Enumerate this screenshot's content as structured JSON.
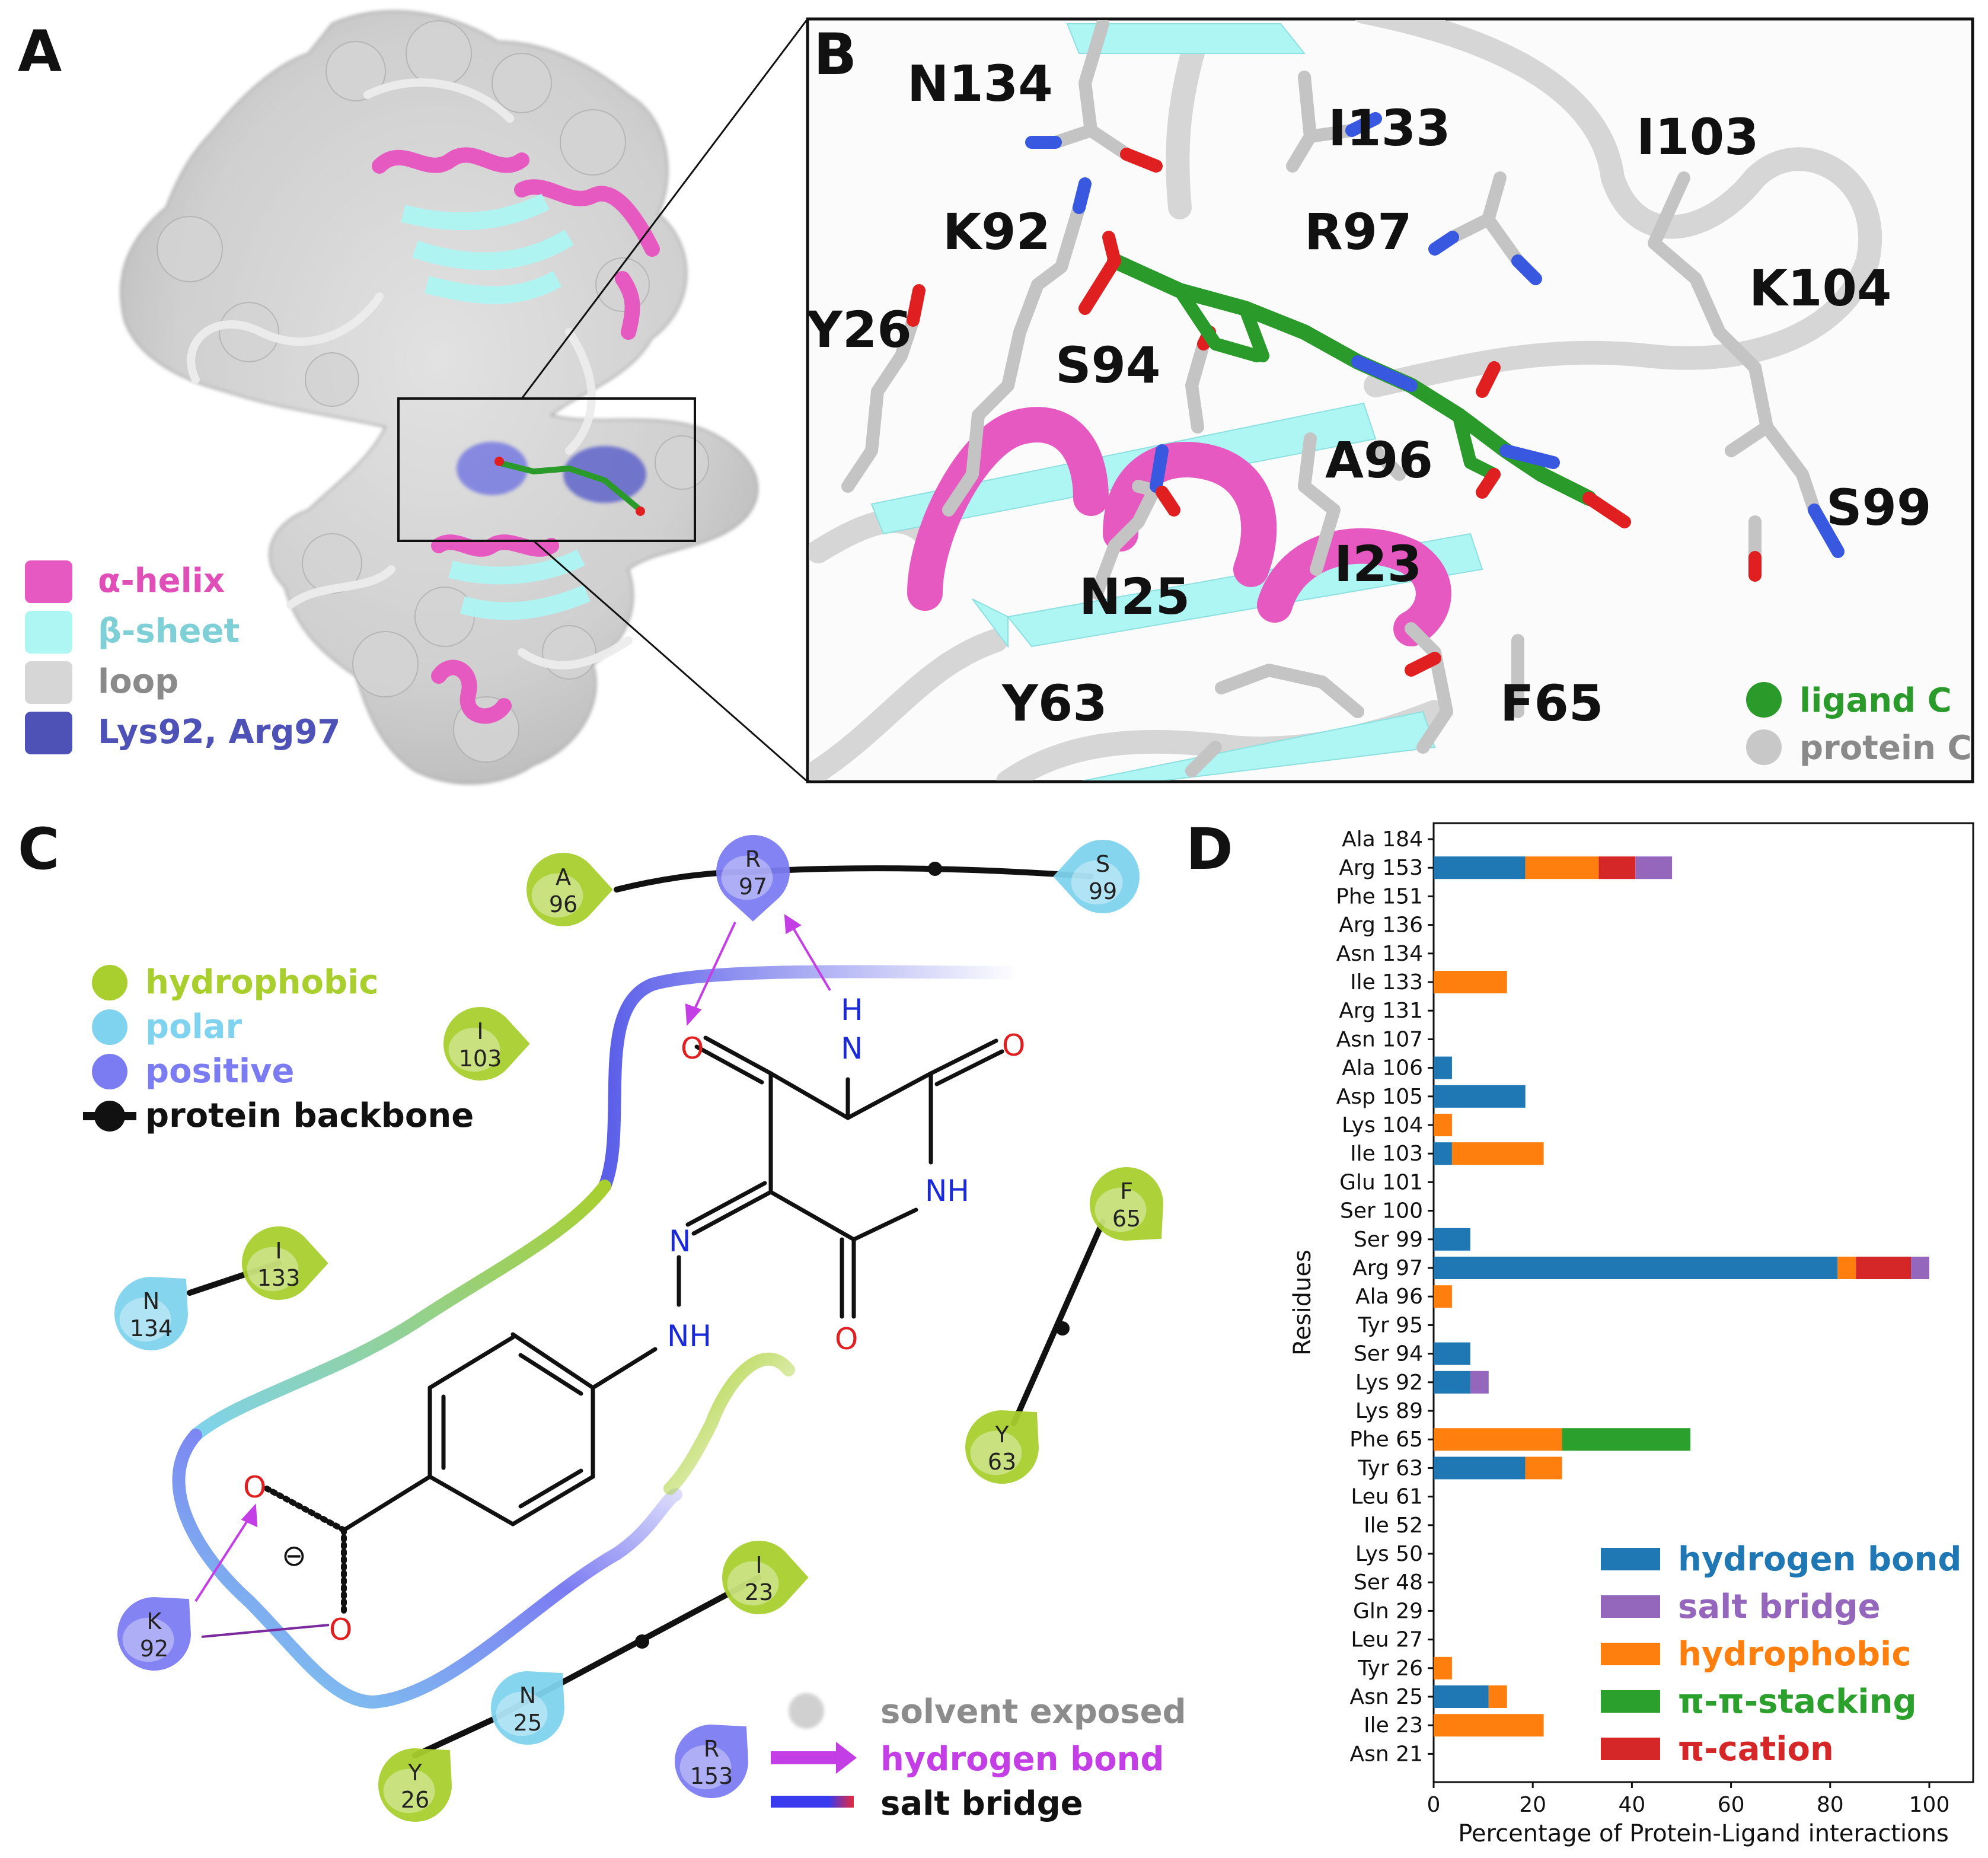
{
  "panels": {
    "a": "A",
    "b": "B",
    "c": "C",
    "d": "D"
  },
  "panelA": {
    "legend": [
      {
        "label": "α-helix",
        "color": "#e659c1",
        "text_color": "#e04fb7"
      },
      {
        "label": "β-sheet",
        "color": "#aef6f4",
        "text_color": "#7fd0d6"
      },
      {
        "label": "loop",
        "color": "#d6d6d6",
        "text_color": "#8a8a8a"
      },
      {
        "label": "Lys92, Arg97",
        "color": "#4e52b6",
        "text_color": "#4e52b6"
      }
    ]
  },
  "panelB": {
    "residues": [
      "N134",
      "I133",
      "I103",
      "K92",
      "R97",
      "K104",
      "Y26",
      "S94",
      "A96",
      "S99",
      "I23",
      "N25",
      "Y63",
      "F65"
    ],
    "legend": [
      {
        "label": "ligand C",
        "color": "#2a9a2a"
      },
      {
        "label": "protein C",
        "color": "#c8c8c8"
      }
    ]
  },
  "panelC": {
    "legend": [
      {
        "label": "hydrophobic",
        "color": "#a8cf2e"
      },
      {
        "label": "polar",
        "color": "#7fd3ee"
      },
      {
        "label": "positive",
        "color": "#7c7cf2"
      },
      {
        "label": "protein backbone",
        "color": "#111111"
      }
    ],
    "bottom_legend": [
      {
        "label": "solvent exposed",
        "color": "#8c8c8c"
      },
      {
        "label": "hydrogen bond",
        "color": "#c43ee6"
      },
      {
        "label": "salt bridge",
        "color": "#111111"
      }
    ],
    "residues": [
      {
        "name": "A",
        "num": "96",
        "kind": "hydrophobic"
      },
      {
        "name": "R",
        "num": "97",
        "kind": "positive"
      },
      {
        "name": "S",
        "num": "99",
        "kind": "polar"
      },
      {
        "name": "I",
        "num": "103",
        "kind": "hydrophobic"
      },
      {
        "name": "I",
        "num": "133",
        "kind": "hydrophobic"
      },
      {
        "name": "N",
        "num": "134",
        "kind": "polar"
      },
      {
        "name": "F",
        "num": "65",
        "kind": "hydrophobic"
      },
      {
        "name": "Y",
        "num": "63",
        "kind": "hydrophobic"
      },
      {
        "name": "I",
        "num": "23",
        "kind": "hydrophobic"
      },
      {
        "name": "K",
        "num": "92",
        "kind": "positive"
      },
      {
        "name": "N",
        "num": "25",
        "kind": "polar"
      },
      {
        "name": "Y",
        "num": "26",
        "kind": "hydrophobic"
      },
      {
        "name": "R",
        "num": "153",
        "kind": "positive"
      }
    ],
    "atoms": {
      "o1": "O",
      "h": "H",
      "n1": "N",
      "o2": "O",
      "nh1": "NH",
      "n_azo": "N",
      "nh_azo": "NH",
      "o3": "O",
      "o_c1": "O",
      "o_c2": "O",
      "minus": "⊖"
    }
  },
  "chart_data": {
    "type": "bar",
    "orientation": "horizontal",
    "stacked": true,
    "xlabel": "Percentage of Protein-Ligand interactions",
    "ylabel": "Residues",
    "xlim": [
      0,
      100
    ],
    "xticks": [
      "0",
      "20",
      "40",
      "60",
      "80",
      "100"
    ],
    "legend_position": "bottom-right",
    "categories": [
      "Ala 184",
      "Arg 153",
      "Phe 151",
      "Arg 136",
      "Asn 134",
      "Ile 133",
      "Arg 131",
      "Asn 107",
      "Ala 106",
      "Asp 105",
      "Lys 104",
      "Ile 103",
      "Glu 101",
      "Ser 100",
      "Ser 99",
      "Arg 97",
      "Ala 96",
      "Tyr 95",
      "Ser 94",
      "Lys 92",
      "Lys 89",
      "Phe 65",
      "Tyr 63",
      "Leu 61",
      "Ile 52",
      "Lys 50",
      "Ser 48",
      "Gln 29",
      "Leu 27",
      "Tyr 26",
      "Asn 25",
      "Ile 23",
      "Asn 21"
    ],
    "series": [
      {
        "name": "hydrogen bond",
        "color": "#1f77b4",
        "values": [
          0,
          18.5,
          0,
          0,
          0,
          0,
          0,
          0,
          3.7,
          18.5,
          0,
          3.7,
          0,
          0,
          7.4,
          81.5,
          0,
          0,
          7.4,
          7.4,
          0,
          0,
          18.5,
          0,
          0,
          0,
          0,
          0,
          0,
          0,
          11.1,
          0,
          0
        ]
      },
      {
        "name": "salt bridge",
        "color": "#9467bd",
        "values": [
          0,
          7.4,
          0,
          0,
          0,
          0,
          0,
          0,
          0,
          0,
          0,
          0,
          0,
          0,
          0,
          3.7,
          0,
          0,
          0,
          3.7,
          0,
          0,
          0,
          0,
          0,
          0,
          0,
          0,
          0,
          0,
          0,
          0,
          0
        ]
      },
      {
        "name": "hydrophobic",
        "color": "#ff7f0e",
        "values": [
          0,
          14.8,
          0,
          0,
          0,
          14.8,
          0,
          0,
          0,
          0,
          3.7,
          18.5,
          0,
          0,
          0,
          3.7,
          3.7,
          0,
          0,
          0,
          0,
          25.9,
          7.4,
          0,
          0,
          0,
          0,
          0,
          0,
          3.7,
          3.7,
          22.2,
          0
        ]
      },
      {
        "name": "π-π-stacking",
        "color": "#2ca02c",
        "values": [
          0,
          0,
          0,
          0,
          0,
          0,
          0,
          0,
          0,
          0,
          0,
          0,
          0,
          0,
          0,
          0,
          0,
          0,
          0,
          0,
          0,
          25.9,
          0,
          0,
          0,
          0,
          0,
          0,
          0,
          0,
          0,
          0,
          0
        ]
      },
      {
        "name": "π-cation",
        "color": "#d62728",
        "values": [
          0,
          7.4,
          0,
          0,
          0,
          0,
          0,
          0,
          0,
          0,
          0,
          0,
          0,
          0,
          0,
          11.1,
          0,
          0,
          0,
          0,
          0,
          0,
          0,
          0,
          0,
          0,
          0,
          0,
          0,
          0,
          0,
          0,
          0
        ]
      }
    ],
    "stack_order": [
      "hydrogen bond",
      "hydrophobic",
      "π-π-stacking",
      "π-cation",
      "salt bridge"
    ]
  }
}
